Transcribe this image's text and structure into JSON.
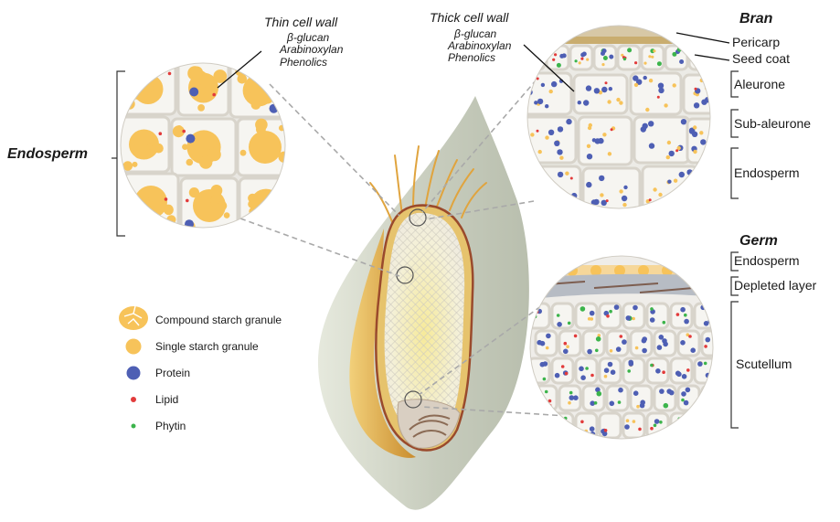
{
  "endosperm_callout": {
    "region_label": "Endosperm",
    "wall_title": "Thin cell wall",
    "wall_components": [
      "β-glucan",
      "Arabinoxylan",
      "Phenolics"
    ]
  },
  "bran_callout": {
    "title": "Bran",
    "wall_title": "Thick cell wall",
    "wall_components": [
      "β-glucan",
      "Arabinoxylan",
      "Phenolics"
    ],
    "layers": [
      "Pericarp",
      "Seed coat",
      "Aleurone",
      "Sub-aleurone",
      "Endosperm"
    ]
  },
  "germ_callout": {
    "title": "Germ",
    "layers": [
      "Endosperm",
      "Depleted layer",
      "Scutellum"
    ]
  },
  "legend": {
    "items": [
      {
        "label": "Compound starch granule",
        "color": "#f7c35a"
      },
      {
        "label": "Single starch granule",
        "color": "#f7c35a"
      },
      {
        "label": "Protein",
        "color": "#4e5fb4"
      },
      {
        "label": "Lipid",
        "color": "#e23b3b"
      },
      {
        "label": "Phytin",
        "color": "#3cb44b"
      }
    ]
  },
  "colors": {
    "starch": "#f7c35a",
    "protein": "#4e5fb4",
    "lipid": "#e23b3b",
    "phytin": "#3cb44b",
    "cell_wall": "#e8e6e2",
    "husk": "#cfd3c6"
  }
}
